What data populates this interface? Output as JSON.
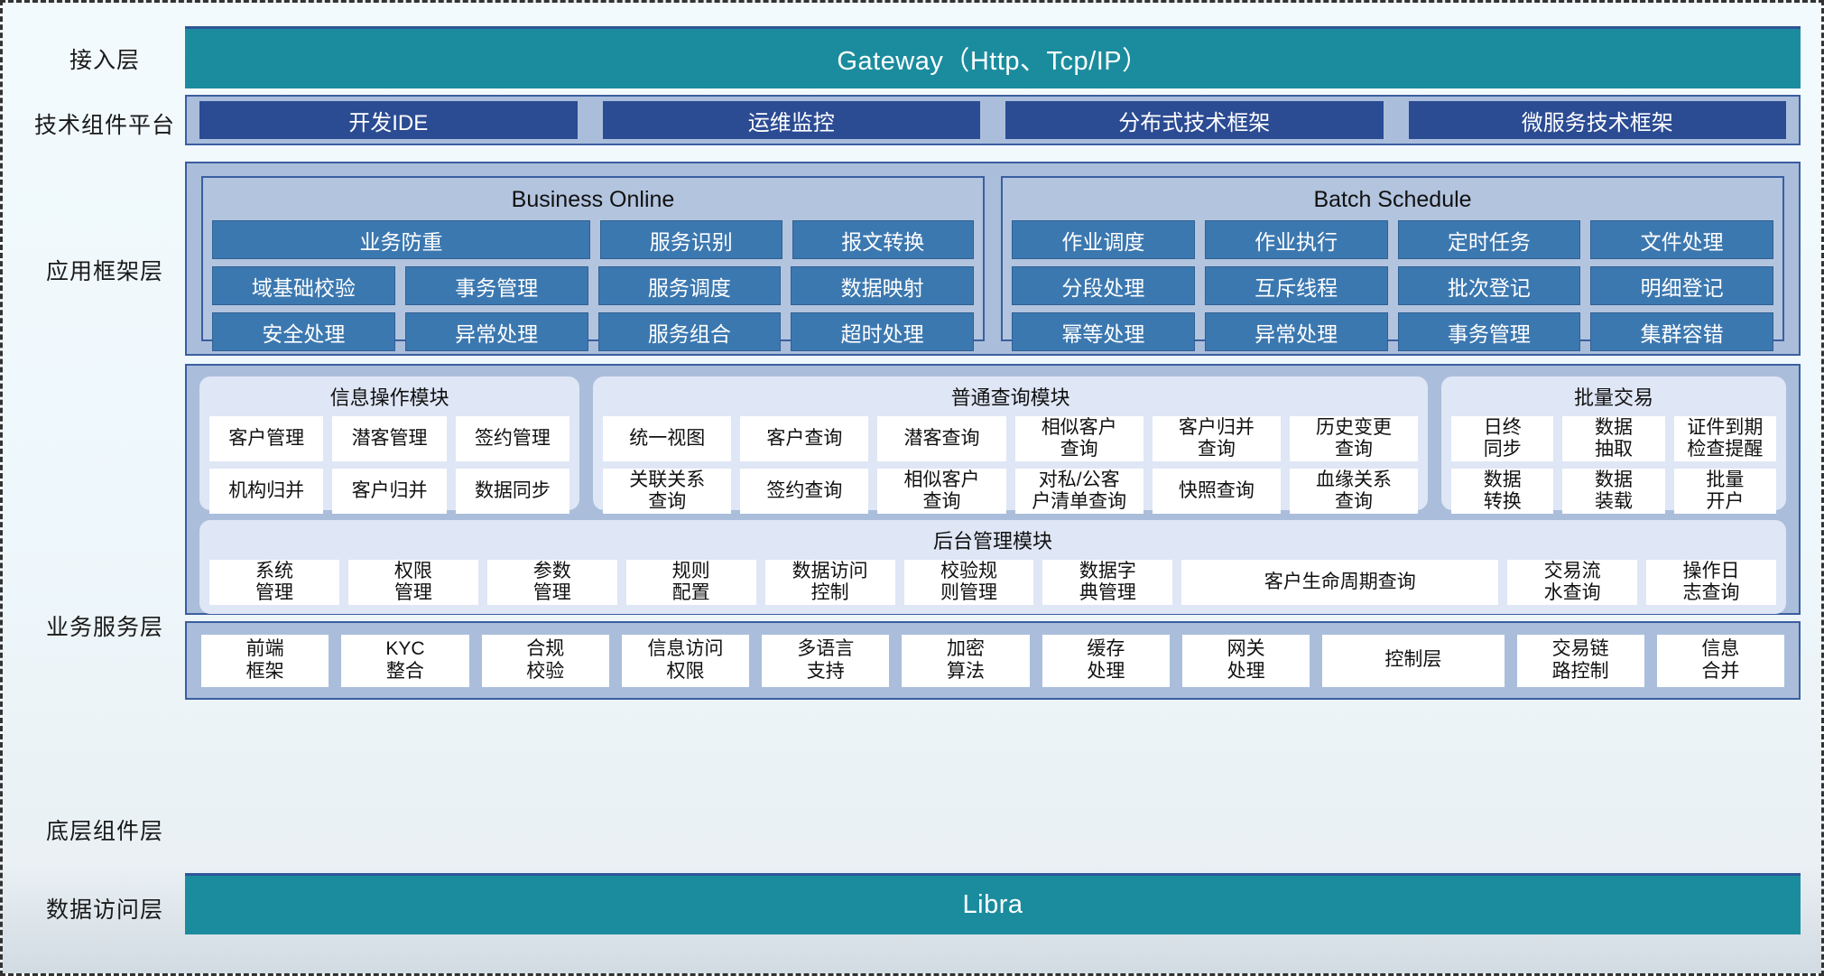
{
  "colors": {
    "teal": "#1b8c9e",
    "navy": "#2b4b93",
    "panel_blue": "#aabedb",
    "cell_blue": "#3c78b0",
    "module_bg": "#dfe6f5",
    "border": "#3b5ea0"
  },
  "layers": {
    "access": {
      "label": "接入层",
      "bar": "Gateway（Http、Tcp/IP）"
    },
    "tech_platform": {
      "label": "技术组件平台",
      "items": [
        "开发IDE",
        "运维监控",
        "分布式技术框架",
        "微服务技术框架"
      ]
    },
    "app_framework": {
      "label": "应用框架层",
      "panels": [
        {
          "title": "Business Online",
          "rows": [
            [
              "业务防重",
              "服务识别",
              "报文转换"
            ],
            [
              "域基础校验",
              "事务管理",
              "服务调度",
              "数据映射"
            ],
            [
              "安全处理",
              "异常处理",
              "服务组合",
              "超时处理"
            ]
          ]
        },
        {
          "title": "Batch Schedule",
          "rows": [
            [
              "作业调度",
              "作业执行",
              "定时任务",
              "文件处理"
            ],
            [
              "分段处理",
              "互斥线程",
              "批次登记",
              "明细登记"
            ],
            [
              "幂等处理",
              "异常处理",
              "事务管理",
              "集群容错"
            ]
          ]
        }
      ]
    },
    "business_service": {
      "label": "业务服务层",
      "modules_top": [
        {
          "title": "信息操作模块",
          "rows": [
            [
              "客户管理",
              "潜客管理",
              "签约管理"
            ],
            [
              "机构归并",
              "客户归并",
              "数据同步"
            ]
          ]
        },
        {
          "title": "普通查询模块",
          "rows": [
            [
              "统一视图",
              "客户查询",
              "潜客查询",
              "相似客户\n查询",
              "客户归并\n查询",
              "历史变更\n查询"
            ],
            [
              "关联关系\n查询",
              "签约查询",
              "相似客户\n查询",
              "对私/公客\n户清单查询",
              "快照查询",
              "血缘关系\n查询"
            ]
          ]
        },
        {
          "title": "批量交易",
          "rows": [
            [
              "日终\n同步",
              "数据\n抽取",
              "证件到期\n检查提醒"
            ],
            [
              "数据\n转换",
              "数据\n装载",
              "批量\n开户"
            ]
          ]
        }
      ],
      "module_bottom": {
        "title": "后台管理模块",
        "items": [
          {
            "label": "系统\n管理",
            "wide": false
          },
          {
            "label": "权限\n管理",
            "wide": false
          },
          {
            "label": "参数\n管理",
            "wide": false
          },
          {
            "label": "规则\n配置",
            "wide": false
          },
          {
            "label": "数据访问\n控制",
            "wide": false
          },
          {
            "label": "校验规\n则管理",
            "wide": false
          },
          {
            "label": "数据字\n典管理",
            "wide": false
          },
          {
            "label": "客户生命周期查询",
            "wide": true
          },
          {
            "label": "交易流\n水查询",
            "wide": false
          },
          {
            "label": "操作日\n志查询",
            "wide": false
          }
        ]
      }
    },
    "base_component": {
      "label": "底层组件层",
      "items": [
        {
          "label": "前端\n框架",
          "wide": false
        },
        {
          "label": "KYC\n整合",
          "wide": false
        },
        {
          "label": "合规\n校验",
          "wide": false
        },
        {
          "label": "信息访问\n权限",
          "wide": false
        },
        {
          "label": "多语言\n支持",
          "wide": false
        },
        {
          "label": "加密\n算法",
          "wide": false
        },
        {
          "label": "缓存\n处理",
          "wide": false
        },
        {
          "label": "网关\n处理",
          "wide": false
        },
        {
          "label": "控制层",
          "wide": true
        },
        {
          "label": "交易链\n路控制",
          "wide": false
        },
        {
          "label": "信息\n合并",
          "wide": false
        }
      ]
    },
    "data_access": {
      "label": "数据访问层",
      "bar": "Libra"
    }
  }
}
